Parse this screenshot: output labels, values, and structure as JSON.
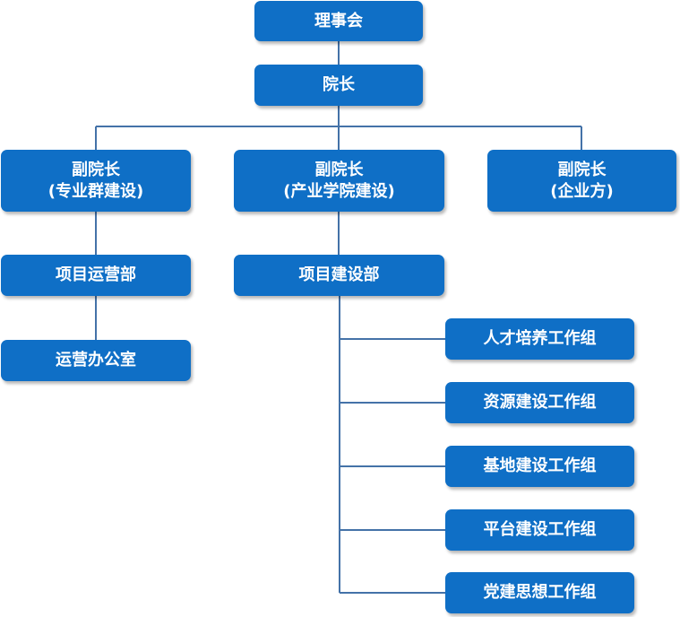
{
  "org_chart": {
    "board": "理事会",
    "president": "院长",
    "vp_major": {
      "title": "副院长",
      "subtitle": "(专业群建设)"
    },
    "vp_industry": {
      "title": "副院长",
      "subtitle": "(产业学院建设)"
    },
    "vp_enterprise": {
      "title": "副院长",
      "subtitle": "(企业方)"
    },
    "project_operations": "项目运营部",
    "operations_office": "运营办公室",
    "project_construction": "项目建设部",
    "working_groups": [
      "人才培养工作组",
      "资源建设工作组",
      "基地建设工作组",
      "平台建设工作组",
      "党建思想工作组"
    ]
  }
}
